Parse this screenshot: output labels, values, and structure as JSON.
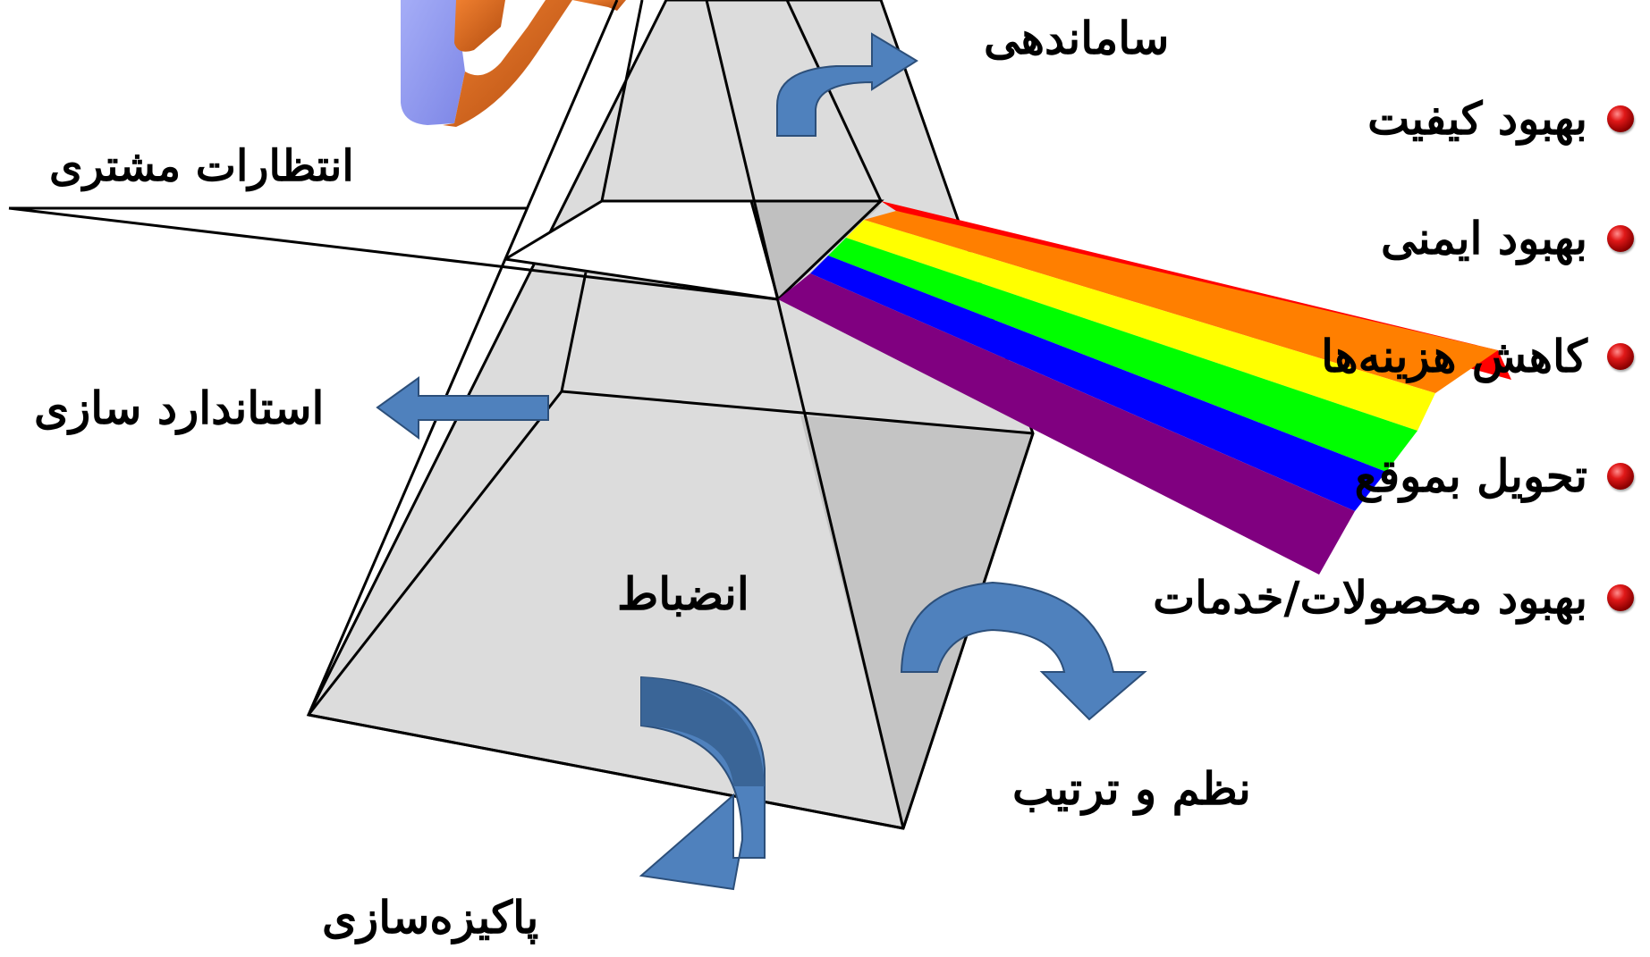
{
  "labels": {
    "organizing": "ساماندهی",
    "customer_expectations": "انتظارات مشتری",
    "standardization": "استاندارد سازی",
    "discipline": "انضباط",
    "order": "نظم و ترتیب",
    "cleaning": "پاکیزه‌سازی"
  },
  "benefits": [
    "بهبود کیفیت",
    "بهبود ایمنی",
    "کاهش هزینه‌ها",
    "تحویل بموقع",
    "بهبود محصولات/خدمات"
  ],
  "colors": {
    "pyramid_face": "#dcdcdc",
    "pyramid_side": "#c2c2c2",
    "arrow": "#4f81bd",
    "arrow_dark": "#3a6597",
    "spectrum": [
      "#ff0000",
      "#ff7f00",
      "#ffff00",
      "#00ff00",
      "#0000ff",
      "#800080"
    ],
    "bullet": "#c00000",
    "logo_blue": "#8c96f0",
    "logo_orange": "#d9631a"
  }
}
